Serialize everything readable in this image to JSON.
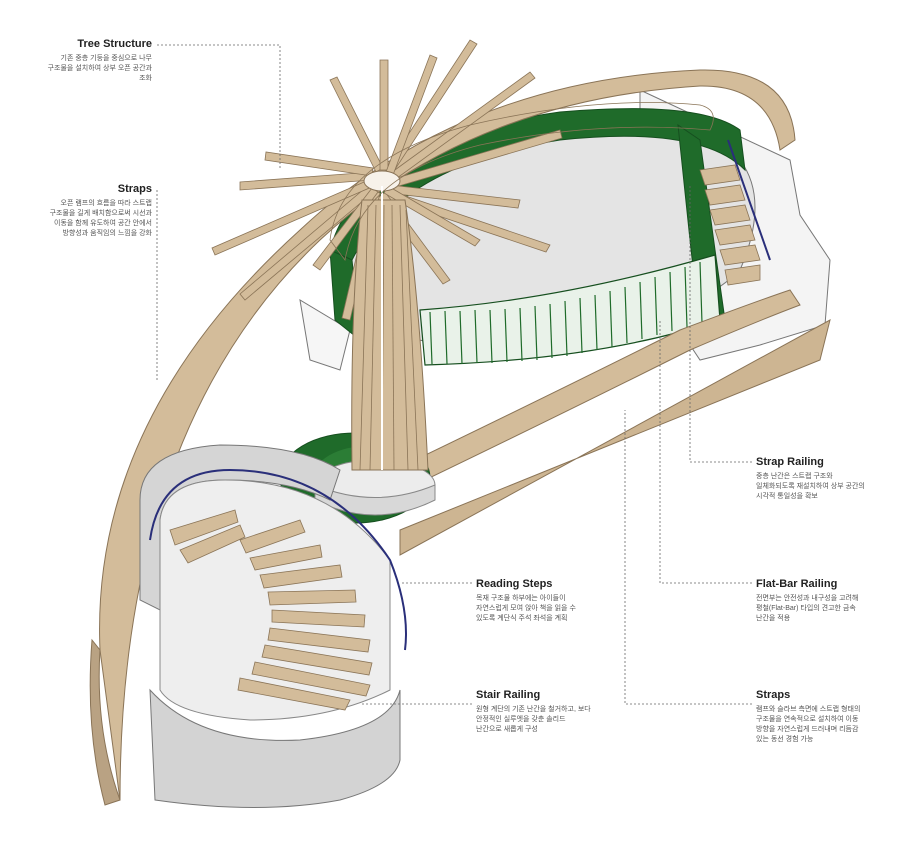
{
  "colors": {
    "wood": "#d3bc9a",
    "wood_edge": "#8a7457",
    "green": "#1f6b2a",
    "green_dark": "#164f1f",
    "floor": "#e4e4e4",
    "concrete": "#cfcfcf",
    "railing_blue": "#2a2f7a",
    "leader": "#666666"
  },
  "labels": {
    "tree_structure": {
      "title": "Tree Structure",
      "desc": "기존 중층 기둥을 중심으로 나무\n구조물을 설치하여 상부 오픈 공간과\n조화"
    },
    "straps_top": {
      "title": "Straps",
      "desc": "오픈 램프의 흐름을 따라 스트랩\n구조물을 길게 배치함으로써 시선과\n이동을 함께 유도하여 공간 안에서\n방향성과 움직임의 느낌을 강화"
    },
    "strap_railing": {
      "title": "Strap Railing",
      "desc": "중층 난간은 스트랩 구조와\n일체화되도록 재설치하여 상부 공간의\n시각적 통일성을 확보"
    },
    "flat_bar_railing": {
      "title": "Flat-Bar Railing",
      "desc": "전면부는 안전성과 내구성을 고려해\n평철(Flat-Bar) 타입의 견고한 금속\n난간을 적용"
    },
    "reading_steps": {
      "title": "Reading Steps",
      "desc": "목재 구조물 하부에는 아이들이\n자연스럽게 모여 앉아 책을 읽을 수\n있도록 계단식 주석 좌석을 계획"
    },
    "stair_railing": {
      "title": "Stair Railing",
      "desc": "원형 계단의 기존 난간을 철거하고, 보다\n안정적인 실루엣을 갖춘 솔리드\n난간으로 새롭게 구성"
    },
    "straps_bottom": {
      "title": "Straps",
      "desc": "램프와 슬라브 측면에 스트랩 형태의\n구조물을 연속적으로 설치하여 이동\n방향을 자연스럽게 드러내며 리듬감\n있는 동선 경험 가능"
    }
  }
}
